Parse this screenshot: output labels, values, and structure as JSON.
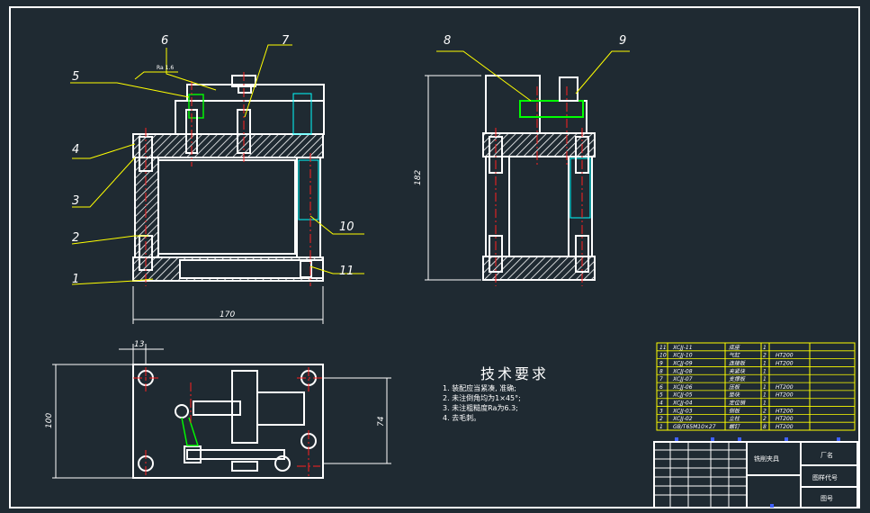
{
  "drawing": {
    "balloons": [
      "1",
      "2",
      "3",
      "4",
      "5",
      "6",
      "7",
      "8",
      "9",
      "10",
      "11"
    ],
    "roughness_note": "Ra 1.6",
    "dimensions": {
      "front_width": "170",
      "side_height": "182",
      "top_length": "100",
      "top_inner": "74",
      "top_offset": "13"
    },
    "colors": {
      "background": "#1f2a32",
      "outline": "#ffffff",
      "leader": "#ffff00",
      "centerline": "#ff2020",
      "hidden": "#00ffff",
      "highlight": "#00ff00",
      "dim_marker": "#4060ff"
    }
  },
  "technical_requirements": {
    "title": "技术要求",
    "items": [
      "1. 装配应当紧凑, 准确;",
      "2. 未注倒角均为1×45°;",
      "3. 未注粗糙度Ra为6.3;",
      "4. 去毛刺。"
    ]
  },
  "parts_list": {
    "rows": [
      {
        "no": "11",
        "code": "XCJJ-11",
        "name": "底座",
        "qty": "1",
        "material": ""
      },
      {
        "no": "10",
        "code": "XCJJ-10",
        "name": "气缸",
        "qty": "2",
        "material": "HT200"
      },
      {
        "no": "9",
        "code": "XCJJ-09",
        "name": "连接板",
        "qty": "1",
        "material": "HT200"
      },
      {
        "no": "8",
        "code": "XCJJ-08",
        "name": "夹紧块",
        "qty": "1",
        "material": ""
      },
      {
        "no": "7",
        "code": "XCJJ-07",
        "name": "支撑板",
        "qty": "1",
        "material": ""
      },
      {
        "no": "6",
        "code": "XCJJ-06",
        "name": "压板",
        "qty": "1",
        "material": "HT200"
      },
      {
        "no": "5",
        "code": "XCJJ-05",
        "name": "垫块",
        "qty": "1",
        "material": "HT200"
      },
      {
        "no": "4",
        "code": "XCJJ-04",
        "name": "定位销",
        "qty": "1",
        "material": ""
      },
      {
        "no": "3",
        "code": "XCJJ-03",
        "name": "侧板",
        "qty": "2",
        "material": "HT200"
      },
      {
        "no": "2",
        "code": "XCJJ-02",
        "name": "立柱",
        "qty": "2",
        "material": "HT200"
      },
      {
        "no": "1",
        "code": "GB/T65M10×27",
        "name": "螺钉",
        "qty": "8",
        "material": "HT200"
      }
    ]
  },
  "title_block": {
    "drawing_name": "铣削夹具",
    "factory": "厂名",
    "drawing_no": "图样代号",
    "sheet": "图号"
  }
}
